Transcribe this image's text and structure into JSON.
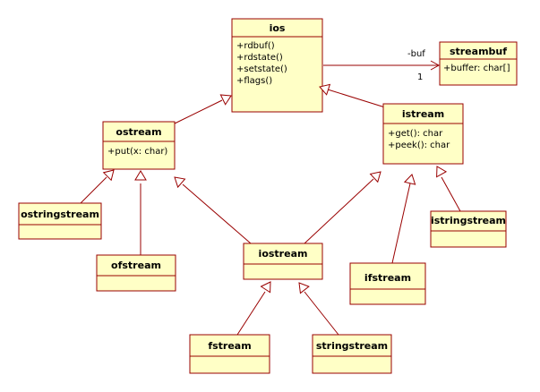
{
  "classes": {
    "ios": {
      "name": "ios",
      "members": [
        "+rdbuf()",
        "+rdstate()",
        "+setstate()",
        "+flags()"
      ]
    },
    "streambuf": {
      "name": "streambuf",
      "members": [
        "+buffer: char[]"
      ]
    },
    "ostream": {
      "name": "ostream",
      "members": [
        "+put(x: char)"
      ]
    },
    "istream": {
      "name": "istream",
      "members": [
        "+get(): char",
        "+peek(): char"
      ]
    },
    "ostringstream": {
      "name": "ostringstream",
      "members": []
    },
    "ofstream": {
      "name": "ofstream",
      "members": []
    },
    "iostream": {
      "name": "iostream",
      "members": []
    },
    "ifstream": {
      "name": "ifstream",
      "members": []
    },
    "istringstream": {
      "name": "istringstream",
      "members": []
    },
    "fstream": {
      "name": "fstream",
      "members": []
    },
    "stringstream": {
      "name": "stringstream",
      "members": []
    }
  },
  "generalizations": [
    {
      "child": "ostream",
      "parent": "ios"
    },
    {
      "child": "istream",
      "parent": "ios"
    },
    {
      "child": "ostringstream",
      "parent": "ostream"
    },
    {
      "child": "ofstream",
      "parent": "ostream"
    },
    {
      "child": "iostream",
      "parent": "ostream"
    },
    {
      "child": "iostream",
      "parent": "istream"
    },
    {
      "child": "ifstream",
      "parent": "istream"
    },
    {
      "child": "istringstream",
      "parent": "istream"
    },
    {
      "child": "fstream",
      "parent": "iostream"
    },
    {
      "child": "stringstream",
      "parent": "iostream"
    }
  ],
  "association": {
    "from": "ios",
    "to": "streambuf",
    "role": "-buf",
    "multiplicity": "1"
  },
  "colors": {
    "box_fill": "#ffffc6",
    "border": "#990000",
    "text": "#000000"
  }
}
